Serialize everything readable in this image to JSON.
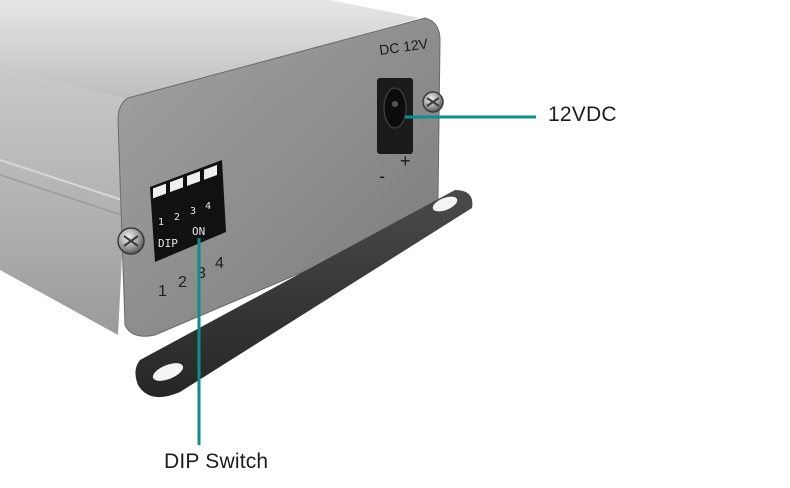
{
  "device": {
    "power_marking": "DC 12V",
    "polarity_minus": "-",
    "polarity_plus": "+",
    "dip_numbers_top": [
      "1",
      "2",
      "3",
      "4"
    ],
    "dip_text_left": "DIP",
    "dip_text_right": "ON",
    "dip_numbers_bottom": [
      "1",
      "2",
      "3",
      "4"
    ]
  },
  "callouts": {
    "power_label": "12VDC",
    "dip_label": "DIP Switch"
  },
  "colors": {
    "callout_line": "#0f8c8e",
    "housing_front": "#8a8a8a",
    "housing_top": "#cdcdcd",
    "bracket": "#3a3a3a"
  }
}
